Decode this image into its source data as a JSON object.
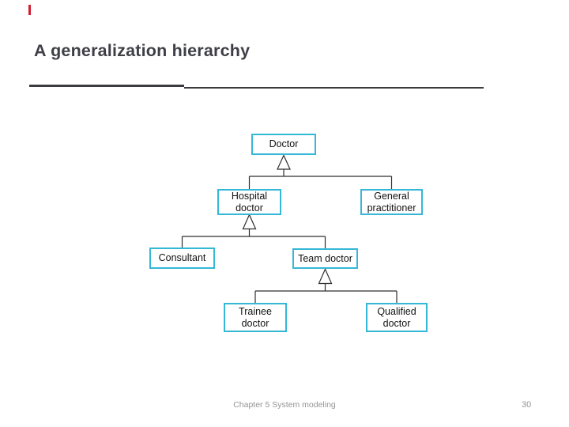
{
  "slide": {
    "title": "A generalization hierarchy",
    "footer": {
      "left": "Chapter 5 System modeling",
      "page_number": "30"
    }
  },
  "diagram": {
    "nodes": [
      {
        "id": "doctor",
        "label": "Doctor"
      },
      {
        "id": "hospital-doctor",
        "label": "Hospital\ndoctor"
      },
      {
        "id": "general-practitioner",
        "label": "General\npractitioner"
      },
      {
        "id": "consultant",
        "label": "Consultant"
      },
      {
        "id": "team-doctor",
        "label": "Team doctor"
      },
      {
        "id": "trainee-doctor",
        "label": "Trainee\ndoctor"
      },
      {
        "id": "qualified-doctor",
        "label": "Qualified\ndoctor"
      }
    ]
  },
  "colors": {
    "accent-red": "#d01e2f",
    "node-border": "#35b7d6",
    "title-color": "#3e3e46",
    "rule-color": "#3c3c40",
    "line-color": "#2f2f33",
    "footer-color": "#949494"
  }
}
